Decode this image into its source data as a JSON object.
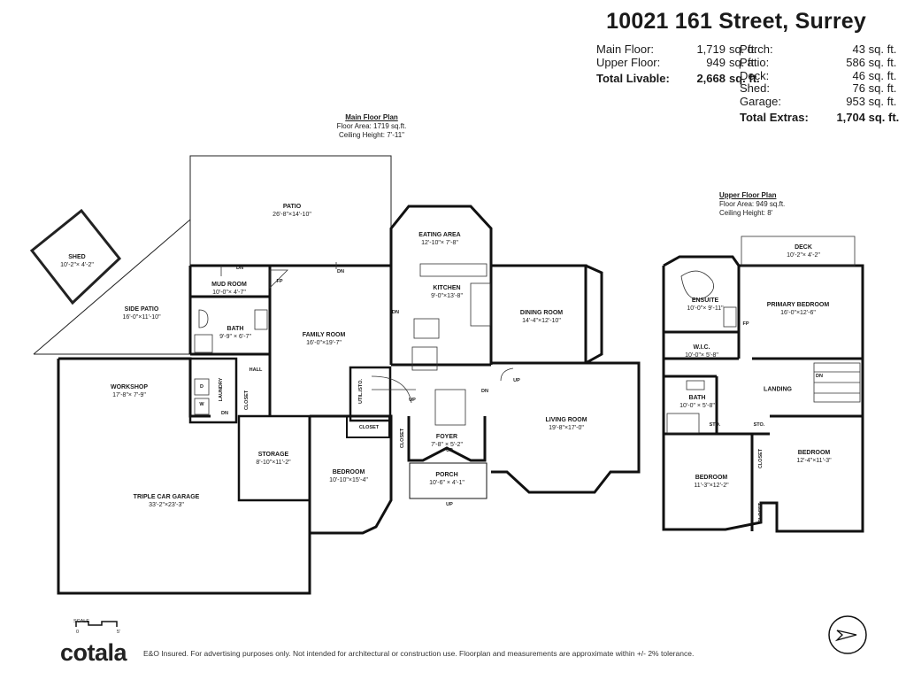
{
  "title": "10021 161 Street, Surrey",
  "summary": {
    "main_floor_label": "Main Floor:",
    "main_floor_value": "1,719",
    "upper_floor_label": "Upper Floor:",
    "upper_floor_value": "949",
    "unit": "sq. ft.",
    "total_livable_label": "Total Livable:",
    "total_livable_value": "2,668",
    "porch_label": "Porch:",
    "porch_value": "43",
    "patio_label": "Patio:",
    "patio_value": "586",
    "deck_label": "Deck:",
    "deck_value": "46",
    "shed_label": "Shed:",
    "shed_value": "76",
    "garage_label": "Garage:",
    "garage_value": "953",
    "total_extras_label": "Total Extras:",
    "total_extras_value": "1,704"
  },
  "main_plan": {
    "heading": "Main Floor Plan",
    "area": "Floor Area: 1719 sq.ft.",
    "ceiling": "Ceiling Height: 7'-11\""
  },
  "upper_plan": {
    "heading": "Upper Floor Plan",
    "area": "Floor Area: 949 sq.ft.",
    "ceiling": "Ceiling Height: 8'"
  },
  "rooms": {
    "shed": {
      "name": "SHED",
      "dim": "10'-2\"× 4'-2\""
    },
    "patio": {
      "name": "PATIO",
      "dim": "26'-8\"×14'-10\""
    },
    "side_patio": {
      "name": "SIDE PATIO",
      "dim": "16'-0\"×11'-10\""
    },
    "mud_room": {
      "name": "MUD ROOM",
      "dim": "10'-0\"× 4'-7\""
    },
    "bath_main": {
      "name": "BATH",
      "dim": "9'-9\" × 6'-7\""
    },
    "family_room": {
      "name": "FAMILY ROOM",
      "dim": "16'-0\"×19'-7\""
    },
    "eating_area": {
      "name": "EATING AREA",
      "dim": "12'-10\"× 7'-8\""
    },
    "kitchen": {
      "name": "KITCHEN",
      "dim": "9'-0\"×13'-8\""
    },
    "dining_room": {
      "name": "DINING ROOM",
      "dim": "14'-4\"×12'-10\""
    },
    "workshop": {
      "name": "WORKSHOP",
      "dim": "17'-8\"× 7'-9\""
    },
    "storage": {
      "name": "STORAGE",
      "dim": "8'-10\"×11'-2\""
    },
    "garage": {
      "name": "TRIPLE CAR GARAGE",
      "dim": "33'-2\"×23'-3\""
    },
    "bedroom_main": {
      "name": "BEDROOM",
      "dim": "10'-10\"×15'-4\""
    },
    "foyer": {
      "name": "FOYER",
      "dim": "7'-8\" × 5'-2\""
    },
    "porch": {
      "name": "PORCH",
      "dim": "10'-6\" × 4'-1\""
    },
    "living_room": {
      "name": "LIVING ROOM",
      "dim": "19'-8\"×17'-0\""
    },
    "deck": {
      "name": "DECK",
      "dim": "10'-2\"× 4'-2\""
    },
    "ensuite": {
      "name": "ENSUITE",
      "dim": "10'-0\"× 9'-11\""
    },
    "primary_bedroom": {
      "name": "PRIMARY BEDROOM",
      "dim": "16'-0\"×12'-6\""
    },
    "wic": {
      "name": "W.I.C.",
      "dim": "10'-0\"× 5'-8\""
    },
    "landing": {
      "name": "LANDING",
      "dim": ""
    },
    "bath_upper": {
      "name": "BATH",
      "dim": "10'-0\" × 5'-8\""
    },
    "bedroom_up1": {
      "name": "BEDROOM",
      "dim": "11'-3\"×12'-2\""
    },
    "bedroom_up2": {
      "name": "BEDROOM",
      "dim": "12'-4\"×11'-3\""
    }
  },
  "small_labels": {
    "hall": "HALL",
    "laundry": "LAUNDRY",
    "closet": "CLOSET",
    "fp": "FP",
    "util": "UTIL./STO.",
    "dn": "DN",
    "up": "UP",
    "sto": "STO.",
    "d": "D",
    "w": "W"
  },
  "footer": {
    "logo": "cotala",
    "note": "E&O Insured. For advertising purposes only. Not intended for architectural or construction use. Floorplan and measurements are approximate within +/- 2% tolerance.",
    "scale_label": "SCALE",
    "scale_0": "0",
    "scale_5": "5'"
  },
  "icons": {
    "compass": "north-arrow-icon"
  }
}
